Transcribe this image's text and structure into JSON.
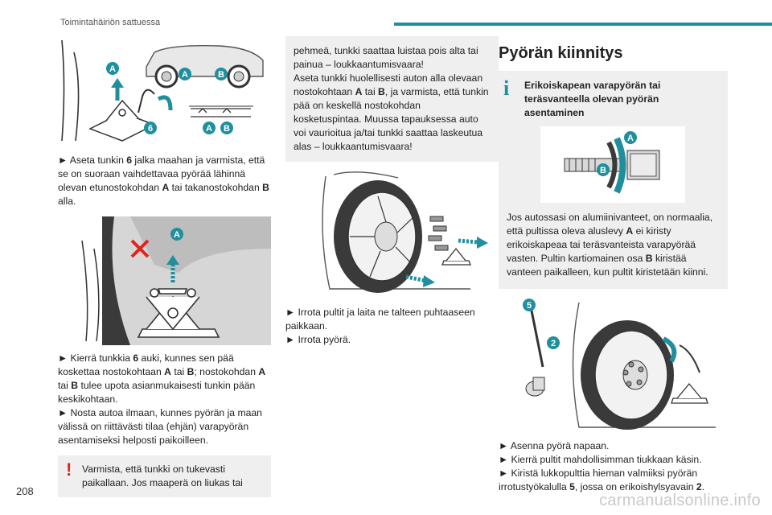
{
  "header": {
    "title": "Toimintahäiriön sattuessa"
  },
  "page_number": "208",
  "watermark": "carmanualsonline.info",
  "col1": {
    "step1": {
      "arrow": "►",
      "pre": " Aseta tunkin ",
      "n6": "6",
      "mid": " jalka maahan ja varmista, että se on suoraan vaihdettavaa pyörää lähinnä olevan etunostokohdan ",
      "a": "A",
      "mid2": " tai takanostokohdan ",
      "b": "B",
      "end": " alla."
    },
    "step2": {
      "arrow": "►",
      "pre": " Kierrä tunkkia ",
      "n6": "6",
      "mid": " auki, kunnes sen pää koskettaa nostokohtaan ",
      "a": "A",
      "mid2": " tai ",
      "b": "B",
      "mid3": "; nostokohdan ",
      "a2": "A",
      "mid4": " tai ",
      "b2": "B",
      "end": " tulee upota asianmukaisesti tunkin pään keskikohtaan."
    },
    "step3": {
      "arrow": "►",
      "text": " Nosta autoa ilmaan, kunnes pyörän ja maan välissä on riittävästi tilaa (ehjän) varapyörän asentamiseksi helposti paikoilleen."
    },
    "warning": {
      "bang": "!",
      "text": "Varmista, että tunkki on tukevasti paikallaan. Jos maaperä on liukas tai"
    }
  },
  "col2": {
    "warning_cont": {
      "l1": "pehmeä, tunkki saattaa luistaa pois alta tai painua – loukkaantumisvaara!",
      "l2pre": "Aseta tunkki huolellisesti auton alla olevaan nostokohtaan ",
      "a": "A",
      "l2mid": " tai ",
      "b": "B",
      "l2end": ", ja varmista, että tunkin pää on keskellä nostokohdan kosketuspintaa. Muussa tapauksessa auto voi vaurioitua ja/tai tunkki saattaa laskeutua alas – loukkaantumisvaara!"
    },
    "step1": {
      "arrow": "►",
      "text": " Irrota pultit ja laita ne talteen puhtaaseen paikkaan."
    },
    "step2": {
      "arrow": "►",
      "text": " Irrota pyörä."
    }
  },
  "col3": {
    "heading": "Pyörän kiinnitys",
    "info": {
      "badge": "i",
      "title1": "Erikoiskapean varapyörän tai",
      "title2": "teräsvanteella olevan pyörän asentaminen"
    },
    "para": {
      "pre": "Jos autossasi on alumiinivanteet, on normaalia, että pultissa oleva aluslevy ",
      "a": "A",
      "mid": " ei kiristy erikoiskapeaa tai teräsvanteista varapyörää vasten. Pultin kartiomainen osa ",
      "b": "B",
      "end": " kiristää vanteen paikalleen, kun pultit kiristetään kiinni."
    },
    "step1": {
      "arrow": "►",
      "text": " Asenna pyörä napaan."
    },
    "step2": {
      "arrow": "►",
      "text": " Kierrä pultit mahdollisimman tiukkaan käsin."
    },
    "step3": {
      "arrow": "►",
      "pre": " Kiristä lukkopulttia hieman valmiiksi pyörän irrotustyökalulla ",
      "n5": "5",
      "mid": ", jossa on erikoishylsyavain ",
      "n2": "2",
      "end": "."
    }
  },
  "labels": {
    "A": "A",
    "B": "B",
    "six": "6",
    "five": "5",
    "two": "2"
  },
  "colors": {
    "accent": "#1f8f9e",
    "warning": "#e2231a",
    "box": "#efefef"
  }
}
